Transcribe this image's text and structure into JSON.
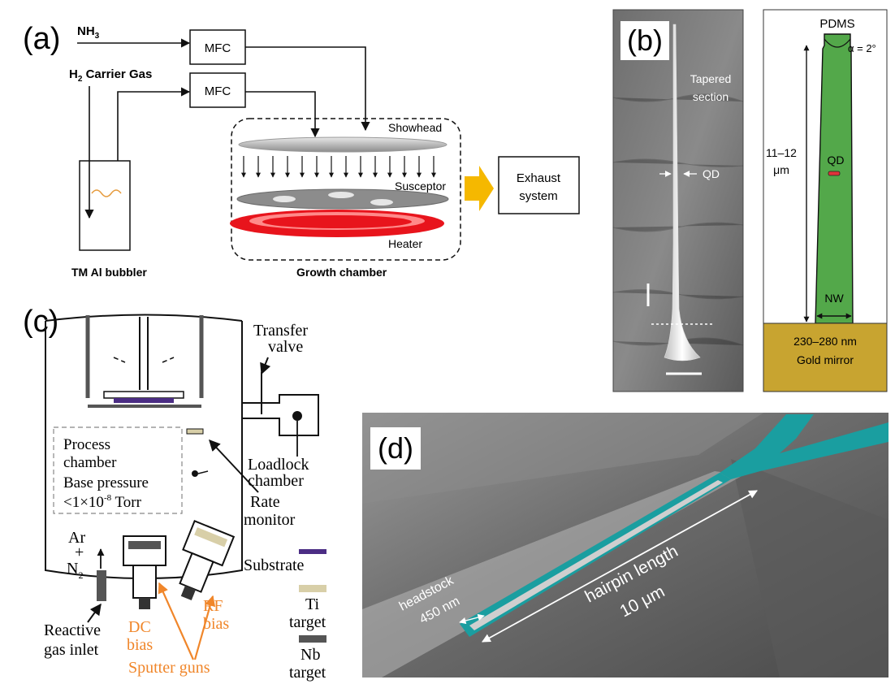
{
  "panel_a": {
    "label": "(a)",
    "nh3": "NH",
    "nh3_sub": "3",
    "h2": "H",
    "h2_sub": "2",
    "h2_rest": " Carrier Gas",
    "mfc_top": "MFC",
    "mfc_bottom": "MFC",
    "showhead": "Showhead",
    "susceptor": "Susceptor",
    "heater": "Heater",
    "exhaust_line1": "Exhaust",
    "exhaust_line2": "system",
    "bubbler": "TM Al bubbler",
    "chamber": "Growth chamber",
    "colors": {
      "heater": "#e8141c",
      "arrow": "#f5b800",
      "bubble_wave": "#e59a3c"
    }
  },
  "panel_b": {
    "label": "(b)",
    "tapered_line1": "Tapered",
    "tapered_line2": "section",
    "qd_sem": "QD",
    "pdms": "PDMS",
    "alpha": "α = 2°",
    "height_line1": "11–12",
    "height_line2": "μm",
    "qd": "QD",
    "nw": "NW",
    "gold_line1": "230–280 nm",
    "gold_line2": "Gold mirror",
    "colors": {
      "nanowire": "#53a84a",
      "gold": "#c8a430",
      "qd": "#e0333a"
    }
  },
  "panel_c": {
    "label": "(c)",
    "transfer_line1": "Transfer",
    "transfer_line2": "valve",
    "process_line1": "Process",
    "process_line2": "chamber",
    "base_line1": "Base pressure",
    "base_line2": "<1×10",
    "base_exp": "-8",
    "base_unit": " Torr",
    "loadlock_line1": "Loadlock",
    "loadlock_line2": "chamber",
    "rate_line1": "Rate",
    "rate_line2": "monitor",
    "ar": "Ar",
    "plus": "+",
    "n2": "N",
    "n2_sub": "2",
    "reactive_line1": "Reactive",
    "reactive_line2": "gas inlet",
    "dc_line1": "DC",
    "dc_line2": "bias",
    "rf_line1": "RF",
    "rf_line2": "bias",
    "sputter": "Sputter guns",
    "legend_substrate": "Substrate",
    "legend_ti_line1": "Ti",
    "legend_ti_line2": "target",
    "legend_nb_line1": "Nb",
    "legend_nb_line2": "target",
    "colors": {
      "substrate": "#4b2d84",
      "ti": "#d8cfa8",
      "nb": "#555555",
      "orange": "#f0862a"
    }
  },
  "panel_d": {
    "label": "(d)",
    "headstock_line1": "headstock",
    "headstock_line2": "450 nm",
    "hairpin_line1": "hairpin length",
    "hairpin_line2": "10 μm",
    "colors": {
      "hairpin": "#1a9ea0"
    }
  }
}
